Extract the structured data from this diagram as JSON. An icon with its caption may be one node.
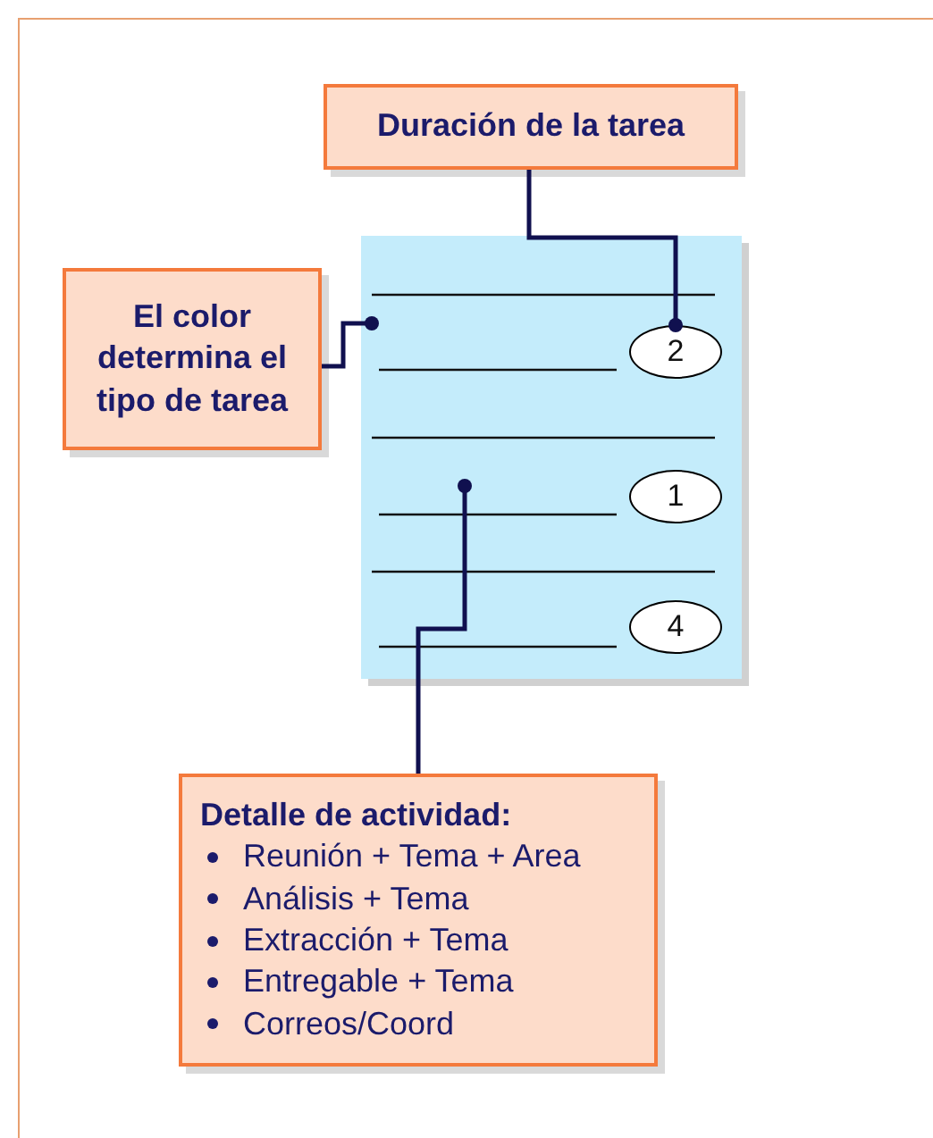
{
  "diagram": {
    "nodes": [
      {
        "text": [
          "Duración de la tarea"
        ]
      },
      {
        "text": [
          "El color determina el tipo de tarea"
        ]
      },
      {
        "text": [],
        "shape": "box"
      },
      {
        "text": [
          "2"
        ],
        "in": 2
      },
      {
        "text": [
          "1"
        ],
        "in": 2
      },
      {
        "text": [
          "4"
        ],
        "in": 2
      },
      {
        "text": [
          "Detalle de actividad:",
          "Reunión + Tema + Area",
          "Análisis + Tema",
          "Extracción + Tema",
          "Entregable + Tema",
          "Correos/Coord"
        ]
      }
    ],
    "edges": [
      {
        "from": 0,
        "to": 3,
        "arrow": "other"
      },
      {
        "from": 1,
        "to": 2,
        "arrow": "other"
      },
      {
        "from": 6,
        "to": 2,
        "arrow": "other"
      }
    ]
  }
}
